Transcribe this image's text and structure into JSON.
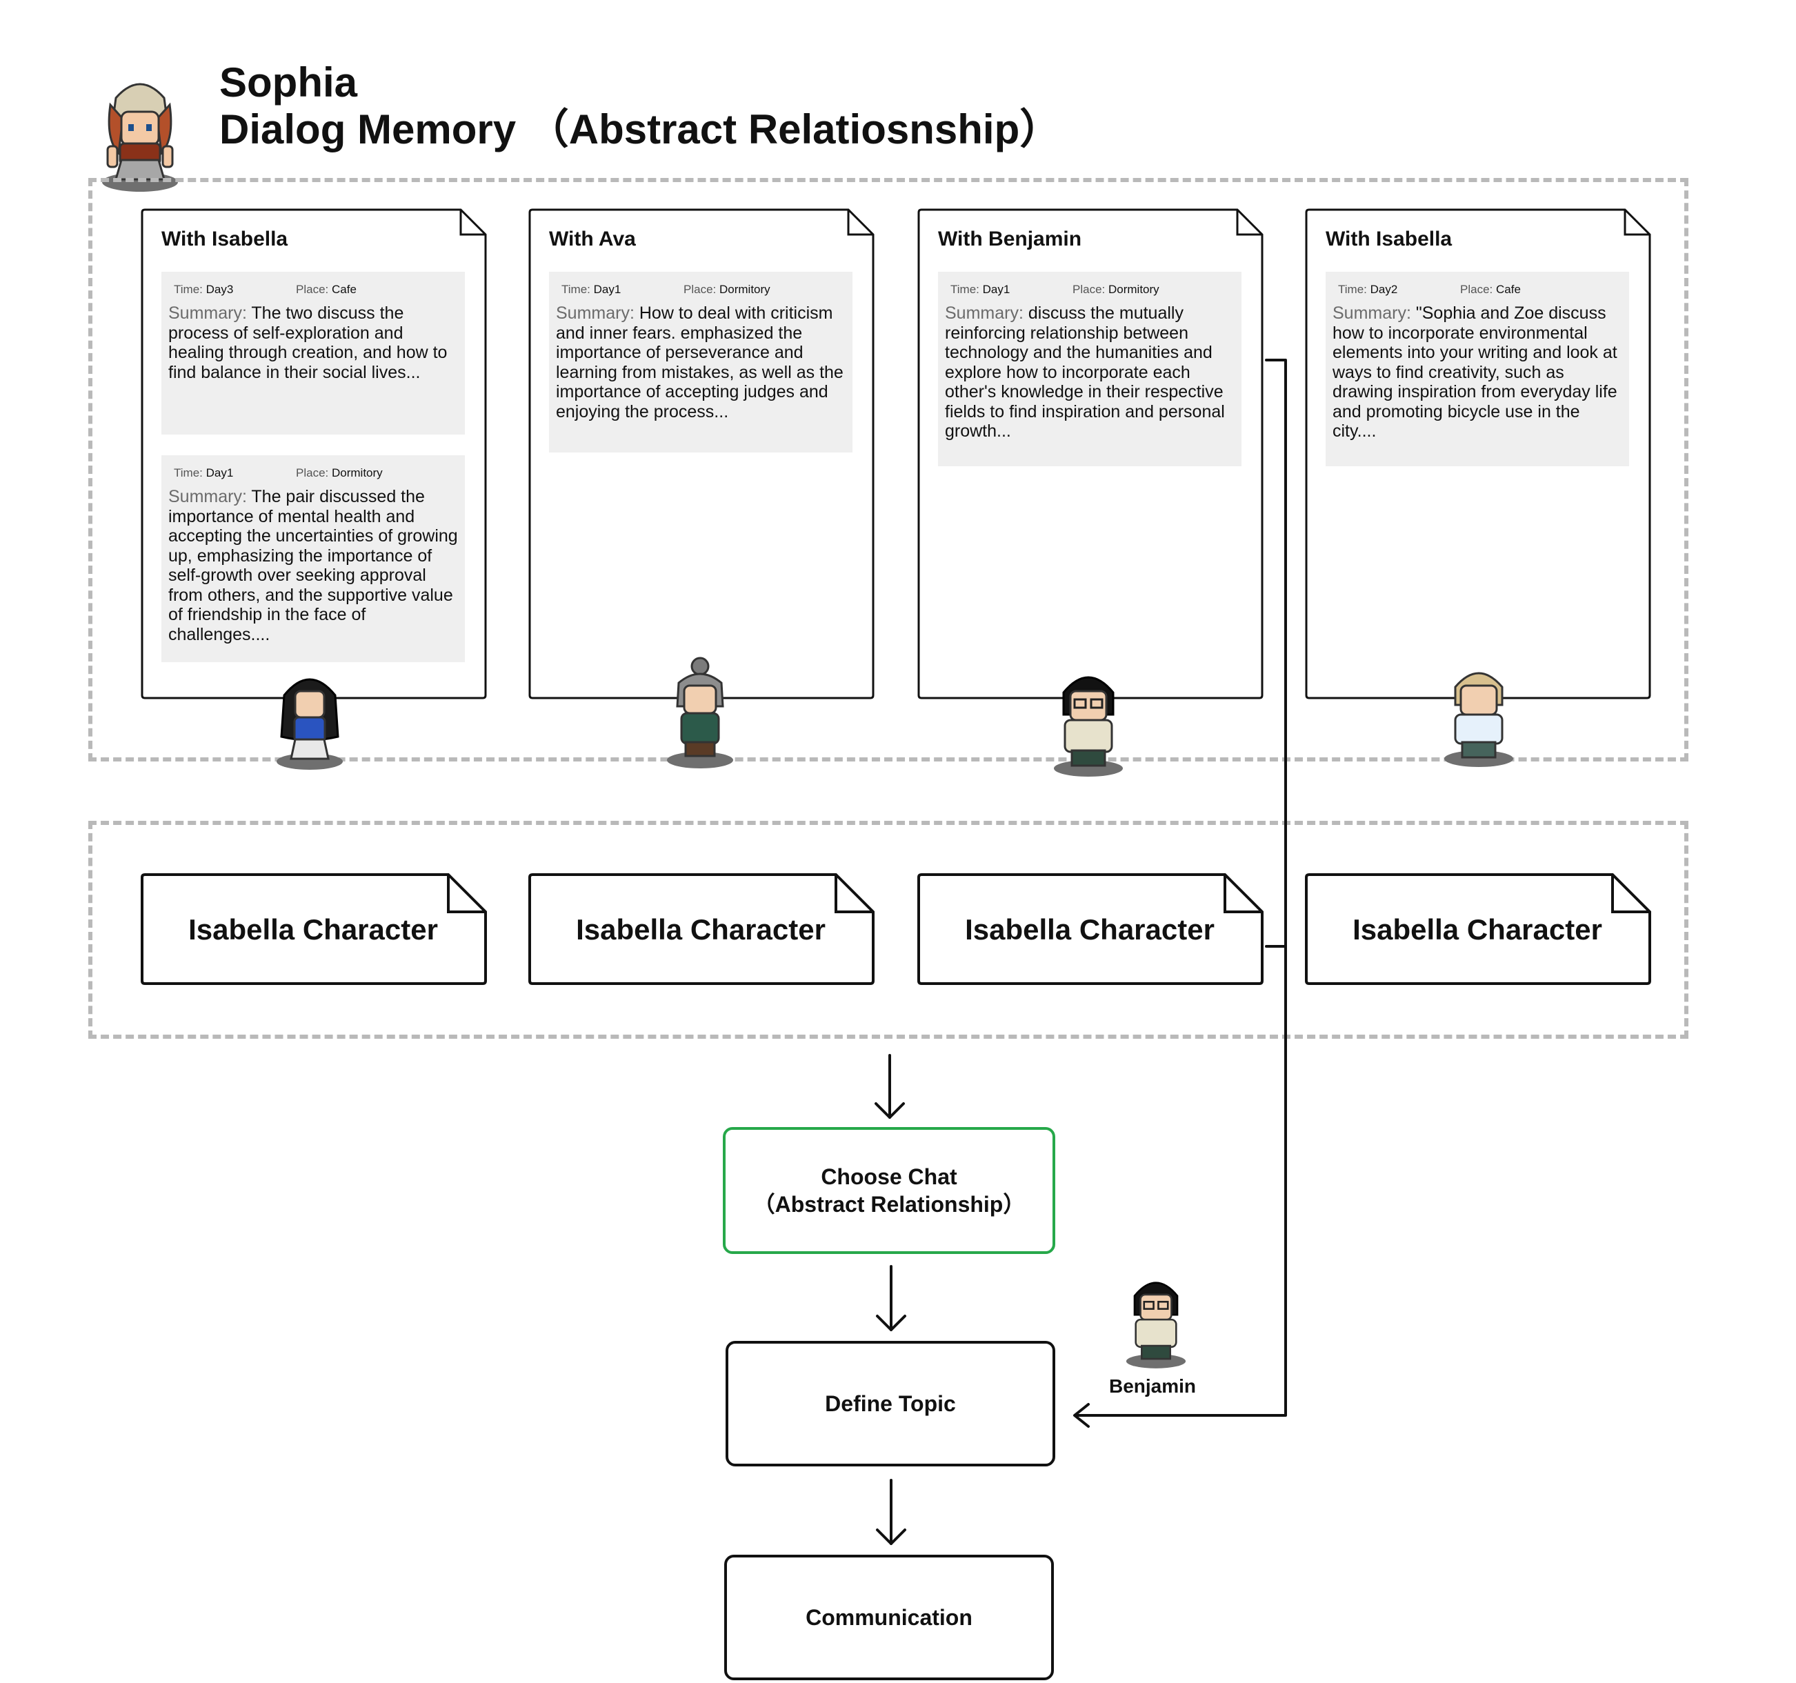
{
  "header": {
    "name": "Sophia",
    "subtitle": "Dialog Memory （Abstract Relatiosnship）"
  },
  "memory_cards": [
    {
      "title": "With Isabella",
      "entries": [
        {
          "time_label": "Time:",
          "time": "Day3",
          "place_label": "Place:",
          "place": "Cafe",
          "summary_label": "Summary:",
          "summary": "The two discuss the process of self-exploration and healing through creation, and how to find balance in their social lives..."
        },
        {
          "time_label": "Time:",
          "time": "Day1",
          "place_label": "Place:",
          "place": "Dormitory",
          "summary_label": "Summary:",
          "summary": "The pair discussed the importance of mental health and accepting the uncertainties of growing up, emphasizing the importance of self-growth over seeking approval from others, and the supportive value of friendship in the face of challenges...."
        }
      ]
    },
    {
      "title": "With Ava",
      "entries": [
        {
          "time_label": "Time:",
          "time": "Day1",
          "place_label": "Place:",
          "place": "Dormitory",
          "summary_label": "Summary:",
          "summary": "How to deal with criticism and inner fears. emphasized the importance of perseverance and learning from mistakes, as well as the importance of accepting judges and enjoying the process..."
        }
      ]
    },
    {
      "title": "With Benjamin",
      "entries": [
        {
          "time_label": "Time:",
          "time": "Day1",
          "place_label": "Place:",
          "place": "Dormitory",
          "summary_label": "Summary:",
          "summary": "discuss the mutually reinforcing relationship between technology and the humanities and explore how to incorporate each other's knowledge in their respective fields to find inspiration and personal growth..."
        }
      ]
    },
    {
      "title": "With Isabella",
      "entries": [
        {
          "time_label": "Time:",
          "time": "Day2",
          "place_label": "Place:",
          "place": "Cafe",
          "summary_label": "Summary:",
          "summary": "\"Sophia and Zoe discuss how to incorporate environmental elements into your writing and look at ways to find creativity, such as drawing inspiration from everyday life and promoting bicycle use in the city...."
        }
      ]
    }
  ],
  "character_cards": [
    "Isabella Character",
    "Isabella Character",
    "Isabella Character",
    "Isabella Character"
  ],
  "flow": {
    "choose_chat": [
      "Choose Chat",
      "（Abstract Relationship）"
    ],
    "define_topic": "Define Topic",
    "communication": "Communication"
  },
  "partner_label": "Benjamin",
  "colors": {
    "dash": "#b9b9b9",
    "entry_bg": "#efefef",
    "choose_border": "#27a84a",
    "line": "#111111"
  }
}
